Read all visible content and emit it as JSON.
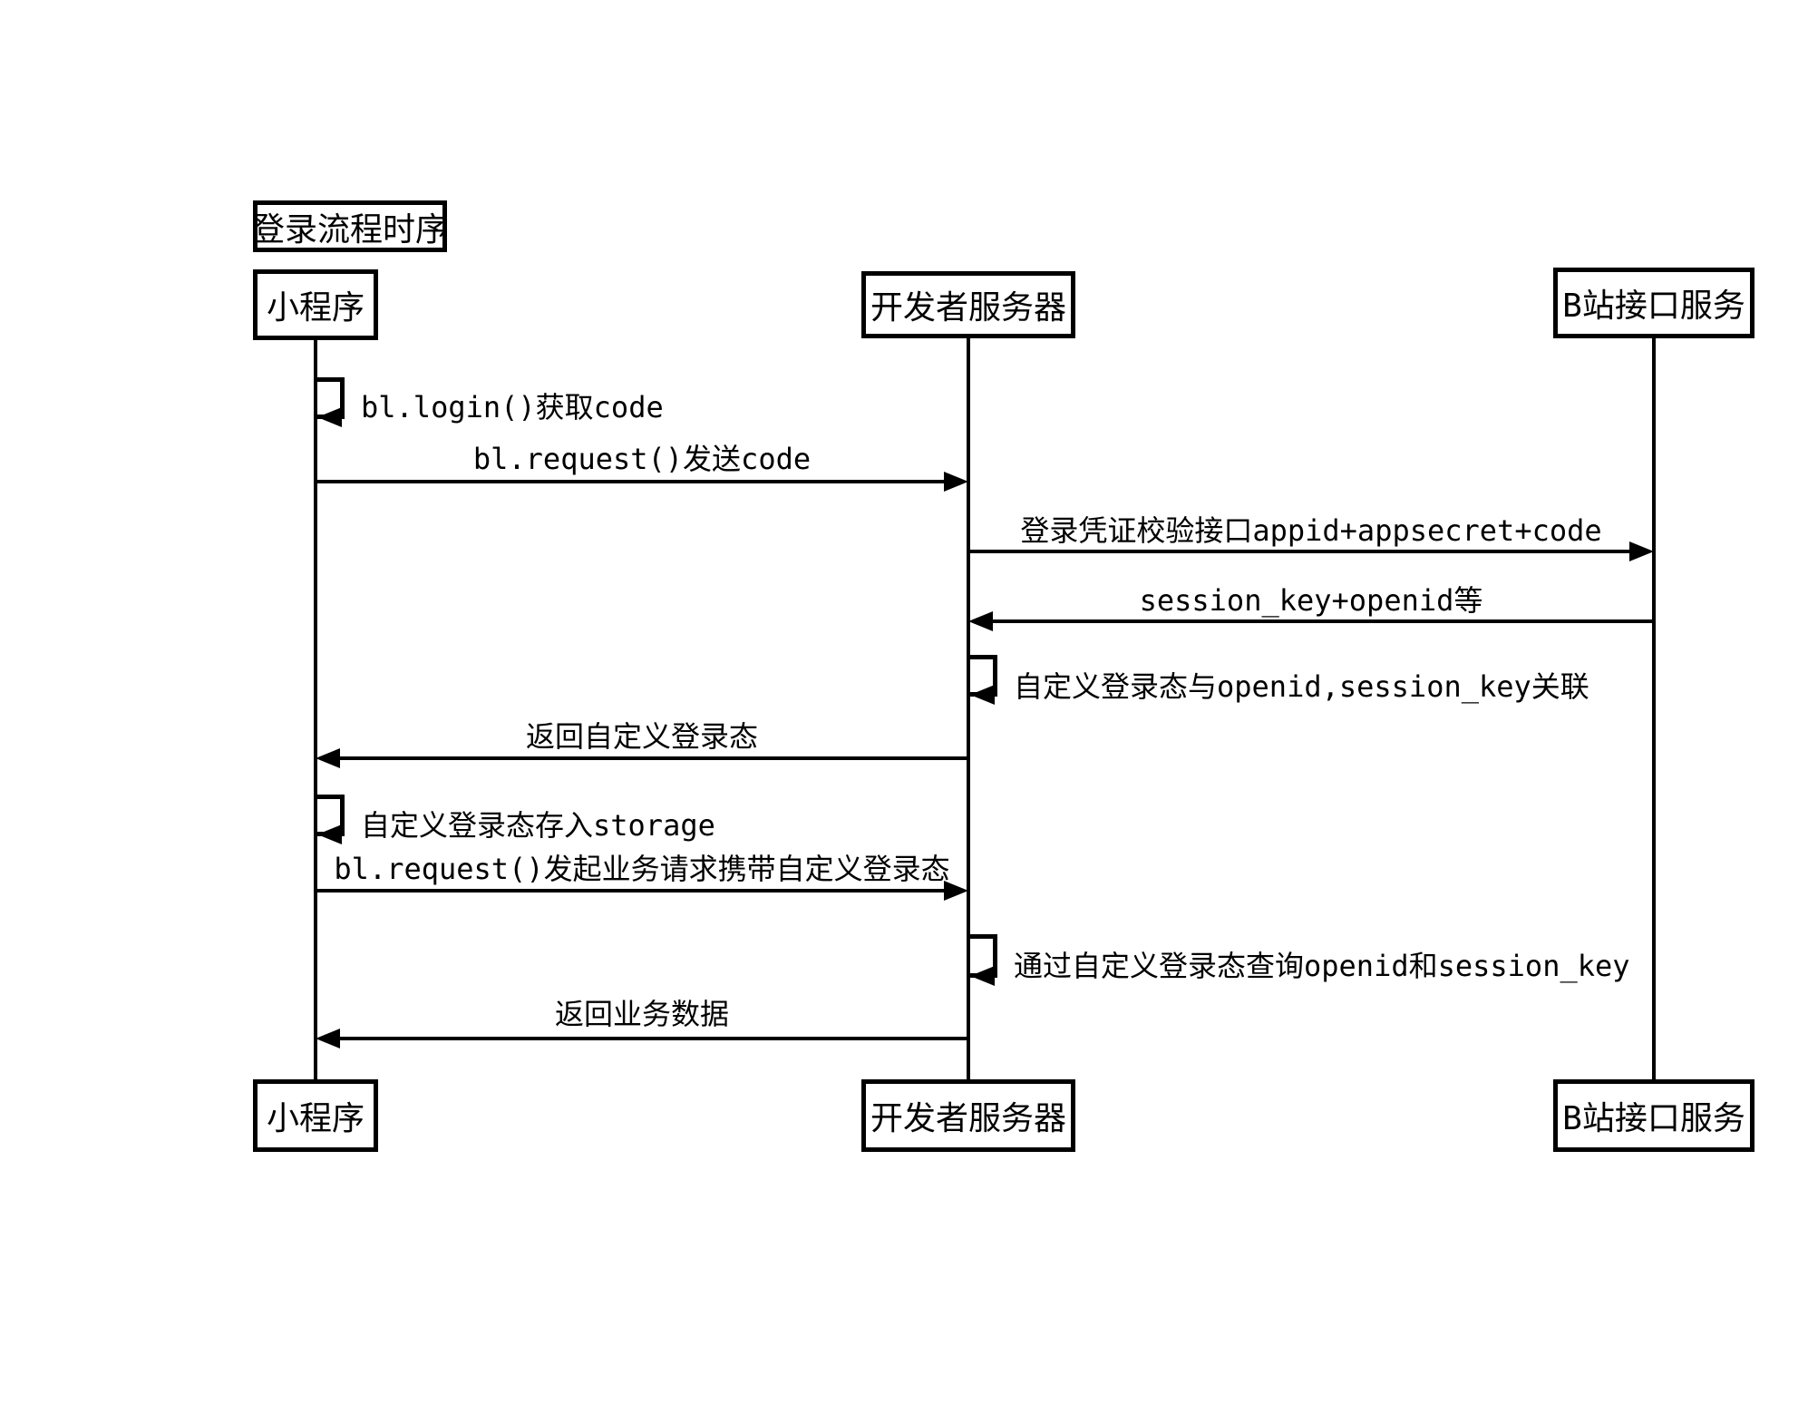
{
  "diagram": {
    "title": "登录流程时序",
    "colors": {
      "line": "#000000",
      "background": "#ffffff",
      "box_fill": "#ffffff"
    },
    "participants": [
      {
        "id": "mini",
        "label": "小程序"
      },
      {
        "id": "dev",
        "label": "开发者服务器"
      },
      {
        "id": "bili",
        "label": "B站接口服务"
      }
    ],
    "messages": [
      {
        "seq": 1,
        "type": "self",
        "on": "mini",
        "label": "bl.login()获取code"
      },
      {
        "seq": 2,
        "type": "arrow",
        "from": "mini",
        "to": "dev",
        "label": "bl.request()发送code"
      },
      {
        "seq": 3,
        "type": "arrow",
        "from": "dev",
        "to": "bili",
        "label": "登录凭证校验接口appid+appsecret+code"
      },
      {
        "seq": 4,
        "type": "arrow",
        "from": "bili",
        "to": "dev",
        "label": "session_key+openid等"
      },
      {
        "seq": 5,
        "type": "self",
        "on": "dev",
        "label": "自定义登录态与openid,session_key关联"
      },
      {
        "seq": 6,
        "type": "arrow",
        "from": "dev",
        "to": "mini",
        "label": "返回自定义登录态"
      },
      {
        "seq": 7,
        "type": "self",
        "on": "mini",
        "label": "自定义登录态存入storage"
      },
      {
        "seq": 8,
        "type": "arrow",
        "from": "mini",
        "to": "dev",
        "label": "bl.request()发起业务请求携带自定义登录态"
      },
      {
        "seq": 9,
        "type": "self",
        "on": "dev",
        "label": "通过自定义登录态查询openid和session_key"
      },
      {
        "seq": 10,
        "type": "arrow",
        "from": "dev",
        "to": "mini",
        "label": "返回业务数据"
      }
    ]
  }
}
